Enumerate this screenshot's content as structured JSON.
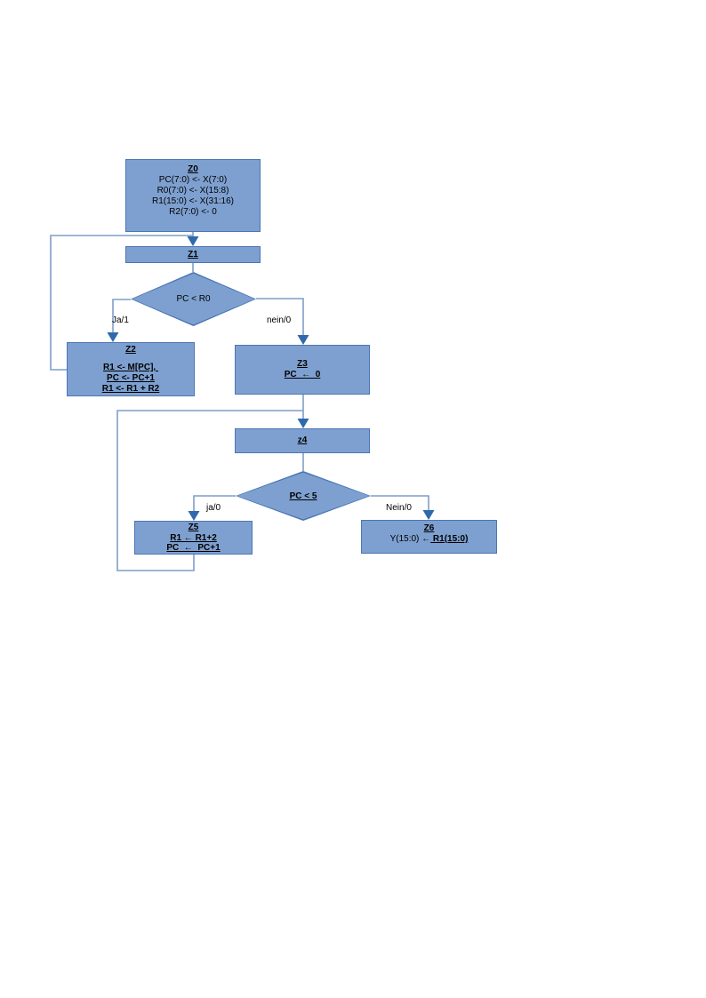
{
  "colors": {
    "node_fill": "#7EA0D0",
    "node_border": "#4A76B4",
    "wire": "#7F9EC8",
    "arrow": "#2F68AD",
    "text": "#000000"
  },
  "nodes": {
    "z0": {
      "title": "Z0",
      "lines": [
        "PC(7:0) <- X(7:0)",
        "R0(7:0) <- X(15:8)",
        "R1(15:0) <- X(31:16)",
        "R2(7:0) <- 0"
      ]
    },
    "z1": {
      "title": "Z1"
    },
    "d1": {
      "label": "PC < R0"
    },
    "z2": {
      "title": "Z2",
      "lines": [
        "R1 <- M[PC], ",
        "PC <- PC+1",
        "R1 <- R1 + R2"
      ]
    },
    "z3": {
      "title": "Z3",
      "lines": [
        "PC  ←  0"
      ]
    },
    "z4": {
      "title": "z4"
    },
    "d2": {
      "label": "PC < 5"
    },
    "z5": {
      "title": "Z5",
      "lines": [
        "R1 ← R1+2",
        "PC  ←  PC+1"
      ]
    },
    "z6": {
      "title": "Z6",
      "line_prefix": "Y(15:0) ←",
      "line_emph": " R1(15:0)"
    }
  },
  "edge_labels": {
    "d1_true": "Ja/1",
    "d1_false": "nein/0",
    "d2_true": "ja/0",
    "d2_false": "Nein/0"
  }
}
